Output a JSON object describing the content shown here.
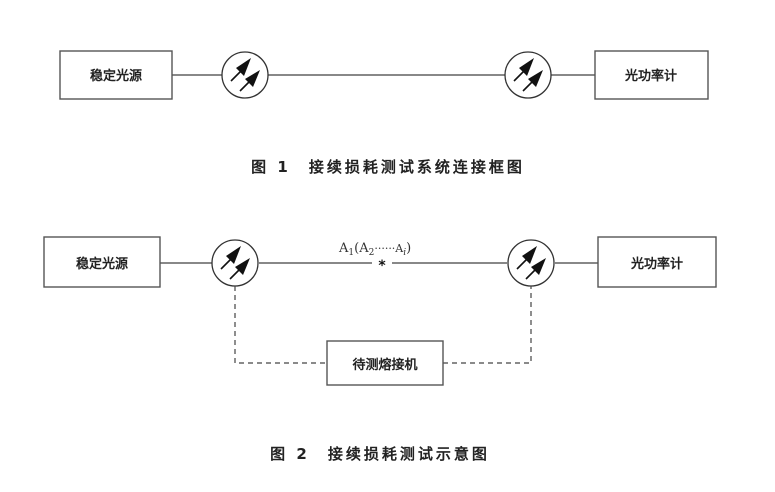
{
  "figure1": {
    "source_label": "稳定光源",
    "meter_label": "光功率计",
    "caption": "图 1　接续损耗测试系统连接框图"
  },
  "figure2": {
    "source_label": "稳定光源",
    "meter_label": "光功率计",
    "splicer_label": "待测熔接机",
    "annotation_main": "A",
    "annotation_sub1": "1",
    "annotation_paren_open": "(A",
    "annotation_sub2": "2",
    "annotation_dots": "······A",
    "annotation_subi": "i",
    "annotation_paren_close": ")",
    "splice_marker": "*",
    "caption": "图 2　接续损耗测试示意图"
  },
  "icons": {
    "coupler": "optical-coupler-icon"
  }
}
